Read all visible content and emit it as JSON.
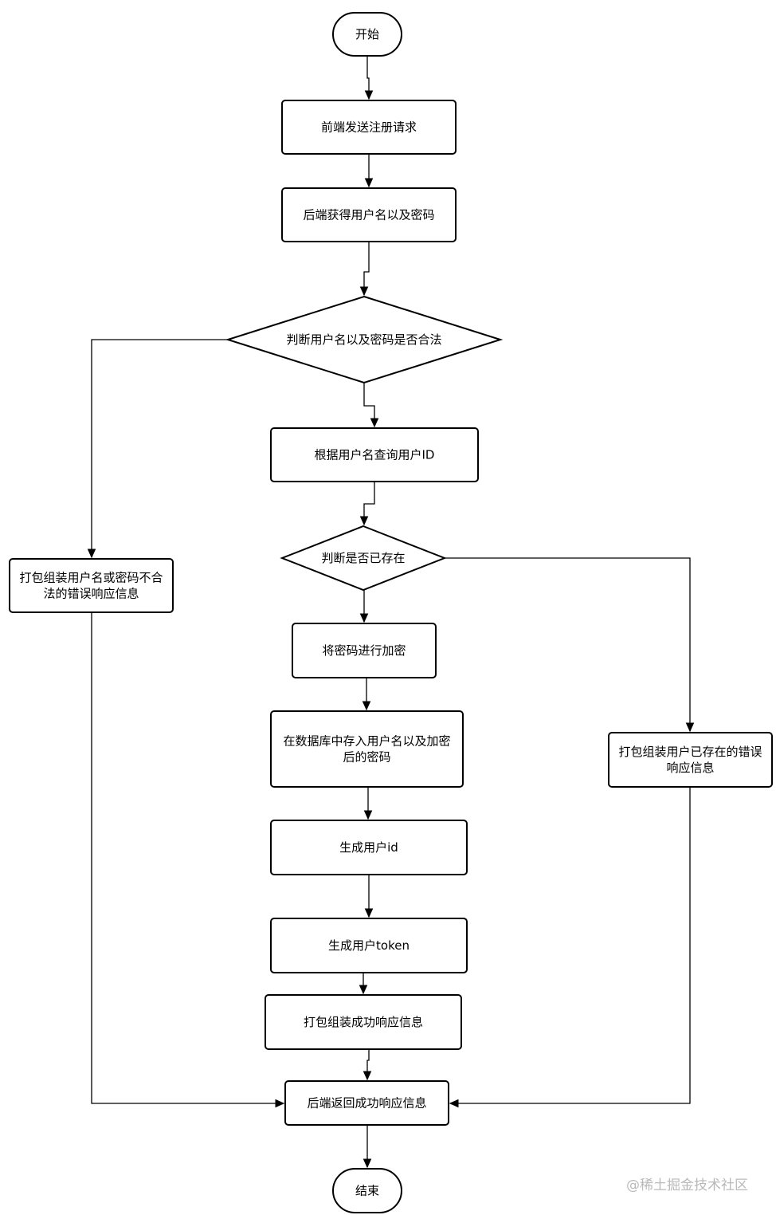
{
  "diagram": {
    "nodes": {
      "start": {
        "text": [
          "开始"
        ]
      },
      "send_request": {
        "text": [
          "前端发送注册请求"
        ]
      },
      "get_credentials": {
        "text": [
          "后端获得用户名以及密码"
        ]
      },
      "check_valid": {
        "text": [
          "判断用户名以及密码是否合法"
        ]
      },
      "query_id": {
        "text": [
          "根据用户名查询用户ID"
        ]
      },
      "check_exists": {
        "text": [
          "判断是否已存在"
        ]
      },
      "encrypt": {
        "text": [
          "将密码进行加密"
        ]
      },
      "store": {
        "text": [
          "在数据库中存入用户名以及加密",
          "后的密码"
        ]
      },
      "gen_id": {
        "text": [
          "生成用户id"
        ]
      },
      "gen_token": {
        "text": [
          "生成用户token"
        ]
      },
      "pack_success": {
        "text": [
          "打包组装成功响应信息"
        ]
      },
      "return_response": {
        "text": [
          "后端返回成功响应信息"
        ]
      },
      "end": {
        "text": [
          "结束"
        ]
      },
      "error_invalid": {
        "text": [
          "打包组装用户名或密码不合",
          "法的错误响应信息"
        ]
      },
      "error_exists": {
        "text": [
          "打包组装用户已存在的错误",
          "响应信息"
        ]
      }
    }
  },
  "watermark": "@稀土掘金技术社区"
}
